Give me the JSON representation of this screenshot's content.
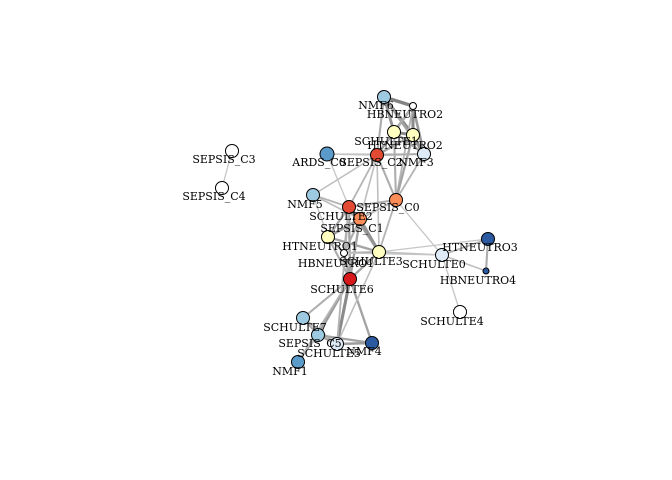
{
  "graph": {
    "nodes": [
      {
        "id": "SEPSIS_C3",
        "label": "SEPSIS_C3",
        "fill": "#ffffff"
      },
      {
        "id": "SEPSIS_C4",
        "label": "SEPSIS_C4",
        "fill": "#ffffff"
      },
      {
        "id": "NMF6",
        "label": "NMF6",
        "fill": "#9ecae1"
      },
      {
        "id": "HBNEUTRO2",
        "label": "HBNEUTRO2",
        "fill": "#ffffff"
      },
      {
        "id": "SCHULTE1",
        "label": "SCHULTE1",
        "fill": "#ffffbf"
      },
      {
        "id": "HTNEUTRO2",
        "label": "HTNEUTRO2",
        "fill": "#ffffbf"
      },
      {
        "id": "ARDS_C0",
        "label": "ARDS_C0",
        "fill": "#5b9bc9"
      },
      {
        "id": "SEPSIS_C2",
        "label": "SEPSIS_C2",
        "fill": "#e34a33"
      },
      {
        "id": "NMF3",
        "label": "NMF3",
        "fill": "#deebf7"
      },
      {
        "id": "NMF5",
        "label": "NMF5",
        "fill": "#9ecae1"
      },
      {
        "id": "SEPSIS_C0",
        "label": "SEPSIS_C0",
        "fill": "#fc8d59"
      },
      {
        "id": "SCHULTE2",
        "label": "SCHULTE2",
        "fill": "#e34a33"
      },
      {
        "id": "SEPSIS_C1",
        "label": "SEPSIS_C1",
        "fill": "#fc8d59"
      },
      {
        "id": "HTNEUTRO1",
        "label": "HTNEUTRO1",
        "fill": "#ffffbf"
      },
      {
        "id": "HBNEUTRO1",
        "label": "HBNEUTRO1",
        "fill": "#ffffff"
      },
      {
        "id": "SCHULTE3",
        "label": "SCHULTE3",
        "fill": "#ffffbf"
      },
      {
        "id": "SCHULTE0",
        "label": "SCHULTE0",
        "fill": "#deebf7"
      },
      {
        "id": "HTNEUTRO3",
        "label": "HTNEUTRO3",
        "fill": "#2c5aa0"
      },
      {
        "id": "HBNEUTRO4",
        "label": "HBNEUTRO4",
        "fill": "#2c5aa0"
      },
      {
        "id": "SCHULTE6",
        "label": "SCHULTE6",
        "fill": "#d7191c"
      },
      {
        "id": "SCHULTE4",
        "label": "SCHULTE4",
        "fill": "#ffffff"
      },
      {
        "id": "SCHULTE7",
        "label": "SCHULTE7",
        "fill": "#9ecae1"
      },
      {
        "id": "SEPSIS_C5",
        "label": "SEPSIS_C5",
        "fill": "#9ecae1"
      },
      {
        "id": "SCHULTE5",
        "label": "SCHULTE5",
        "fill": "#deebf7"
      },
      {
        "id": "NMF4",
        "label": "NMF4",
        "fill": "#2c5aa0"
      },
      {
        "id": "NMF1",
        "label": "NMF1",
        "fill": "#5b9bc9"
      }
    ],
    "edges": [
      {
        "source": "SEPSIS_C3",
        "target": "SEPSIS_C4",
        "strength": 0.2
      },
      {
        "source": "NMF6",
        "target": "HBNEUTRO2",
        "strength": 1.0
      },
      {
        "source": "NMF6",
        "target": "SCHULTE1",
        "strength": 0.8
      },
      {
        "source": "NMF6",
        "target": "HTNEUTRO2",
        "strength": 0.9
      },
      {
        "source": "NMF6",
        "target": "NMF3",
        "strength": 0.6
      },
      {
        "source": "HBNEUTRO2",
        "target": "HTNEUTRO2",
        "strength": 0.9
      },
      {
        "source": "HBNEUTRO2",
        "target": "SCHULTE1",
        "strength": 0.7
      },
      {
        "source": "HBNEUTRO2",
        "target": "NMF3",
        "strength": 0.7
      },
      {
        "source": "HBNEUTRO2",
        "target": "SEPSIS_C2",
        "strength": 0.5
      },
      {
        "source": "HBNEUTRO2",
        "target": "SEPSIS_C0",
        "strength": 0.4
      },
      {
        "source": "SCHULTE1",
        "target": "HTNEUTRO2",
        "strength": 0.9
      },
      {
        "source": "SCHULTE1",
        "target": "SEPSIS_C2",
        "strength": 0.7
      },
      {
        "source": "SCHULTE1",
        "target": "NMF3",
        "strength": 0.6
      },
      {
        "source": "SCHULTE1",
        "target": "SEPSIS_C0",
        "strength": 0.5
      },
      {
        "source": "HTNEUTRO2",
        "target": "SEPSIS_C2",
        "strength": 0.6
      },
      {
        "source": "HTNEUTRO2",
        "target": "NMF3",
        "strength": 0.8
      },
      {
        "source": "HTNEUTRO2",
        "target": "SEPSIS_C0",
        "strength": 0.6
      },
      {
        "source": "NMF6",
        "target": "SEPSIS_C2",
        "strength": 0.5
      },
      {
        "source": "ARDS_C0",
        "target": "SEPSIS_C2",
        "strength": 0.3
      },
      {
        "source": "ARDS_C0",
        "target": "SCHULTE2",
        "strength": 0.2
      },
      {
        "source": "ARDS_C0",
        "target": "NMF3",
        "strength": 0.2
      },
      {
        "source": "SEPSIS_C2",
        "target": "NMF3",
        "strength": 0.5
      },
      {
        "source": "SEPSIS_C2",
        "target": "SEPSIS_C0",
        "strength": 0.5
      },
      {
        "source": "SEPSIS_C2",
        "target": "NMF5",
        "strength": 0.3
      },
      {
        "source": "SEPSIS_C2",
        "target": "SCHULTE2",
        "strength": 0.4
      },
      {
        "source": "SEPSIS_C2",
        "target": "SEPSIS_C1",
        "strength": 0.3
      },
      {
        "source": "SEPSIS_C2",
        "target": "SCHULTE3",
        "strength": 0.3
      },
      {
        "source": "NMF3",
        "target": "SEPSIS_C0",
        "strength": 0.4
      },
      {
        "source": "SEPSIS_C0",
        "target": "SCHULTE2",
        "strength": 0.5
      },
      {
        "source": "SEPSIS_C0",
        "target": "SEPSIS_C1",
        "strength": 0.4
      },
      {
        "source": "SEPSIS_C0",
        "target": "SCHULTE3",
        "strength": 0.4
      },
      {
        "source": "SEPSIS_C0",
        "target": "SCHULTE0",
        "strength": 0.2
      },
      {
        "source": "NMF5",
        "target": "SCHULTE2",
        "strength": 0.4
      },
      {
        "source": "NMF5",
        "target": "SEPSIS_C1",
        "strength": 0.3
      },
      {
        "source": "NMF5",
        "target": "HTNEUTRO1",
        "strength": 0.2
      },
      {
        "source": "SCHULTE2",
        "target": "SEPSIS_C1",
        "strength": 0.8
      },
      {
        "source": "SCHULTE2",
        "target": "HTNEUTRO1",
        "strength": 0.6
      },
      {
        "source": "SCHULTE2",
        "target": "SCHULTE3",
        "strength": 0.7
      },
      {
        "source": "SCHULTE2",
        "target": "HBNEUTRO1",
        "strength": 0.5
      },
      {
        "source": "SCHULTE2",
        "target": "SCHULTE6",
        "strength": 0.6
      },
      {
        "source": "SEPSIS_C1",
        "target": "HTNEUTRO1",
        "strength": 0.7
      },
      {
        "source": "SEPSIS_C1",
        "target": "SCHULTE3",
        "strength": 0.8
      },
      {
        "source": "SEPSIS_C1",
        "target": "HBNEUTRO1",
        "strength": 0.5
      },
      {
        "source": "SEPSIS_C1",
        "target": "SCHULTE6",
        "strength": 0.6
      },
      {
        "source": "HTNEUTRO1",
        "target": "SCHULTE3",
        "strength": 0.6
      },
      {
        "source": "HTNEUTRO1",
        "target": "HBNEUTRO1",
        "strength": 0.5
      },
      {
        "source": "HTNEUTRO1",
        "target": "SCHULTE6",
        "strength": 0.5
      },
      {
        "source": "HBNEUTRO1",
        "target": "SCHULTE3",
        "strength": 0.5
      },
      {
        "source": "HBNEUTRO1",
        "target": "SCHULTE6",
        "strength": 0.6
      },
      {
        "source": "SCHULTE3",
        "target": "SCHULTE6",
        "strength": 0.6
      },
      {
        "source": "SCHULTE3",
        "target": "SCHULTE0",
        "strength": 0.3
      },
      {
        "source": "SCHULTE3",
        "target": "HTNEUTRO3",
        "strength": 0.2
      },
      {
        "source": "HBNEUTRO1",
        "target": "SCHULTE0",
        "strength": 0.2
      },
      {
        "source": "SCHULTE0",
        "target": "HTNEUTRO3",
        "strength": 0.4
      },
      {
        "source": "SCHULTE0",
        "target": "HBNEUTRO4",
        "strength": 0.3
      },
      {
        "source": "SCHULTE0",
        "target": "SCHULTE4",
        "strength": 0.2
      },
      {
        "source": "HTNEUTRO3",
        "target": "HBNEUTRO4",
        "strength": 0.5
      },
      {
        "source": "SCHULTE6",
        "target": "SCHULTE7",
        "strength": 0.5
      },
      {
        "source": "SCHULTE6",
        "target": "SEPSIS_C5",
        "strength": 0.7
      },
      {
        "source": "SCHULTE6",
        "target": "SCHULTE5",
        "strength": 0.9
      },
      {
        "source": "SCHULTE6",
        "target": "NMF4",
        "strength": 0.6
      },
      {
        "source": "SCHULTE6",
        "target": "NMF1",
        "strength": 0.4
      },
      {
        "source": "SCHULTE7",
        "target": "SEPSIS_C5",
        "strength": 0.5
      },
      {
        "source": "SCHULTE7",
        "target": "SCHULTE5",
        "strength": 0.4
      },
      {
        "source": "SEPSIS_C5",
        "target": "SCHULTE5",
        "strength": 0.6
      },
      {
        "source": "SEPSIS_C5",
        "target": "NMF4",
        "strength": 0.6
      },
      {
        "source": "SEPSIS_C5",
        "target": "NMF1",
        "strength": 0.4
      },
      {
        "source": "SCHULTE5",
        "target": "NMF4",
        "strength": 0.7
      },
      {
        "source": "SCHULTE3",
        "target": "SCHULTE5",
        "strength": 0.3
      },
      {
        "source": "SCHULTE2",
        "target": "SCHULTE5",
        "strength": 0.4
      }
    ]
  }
}
